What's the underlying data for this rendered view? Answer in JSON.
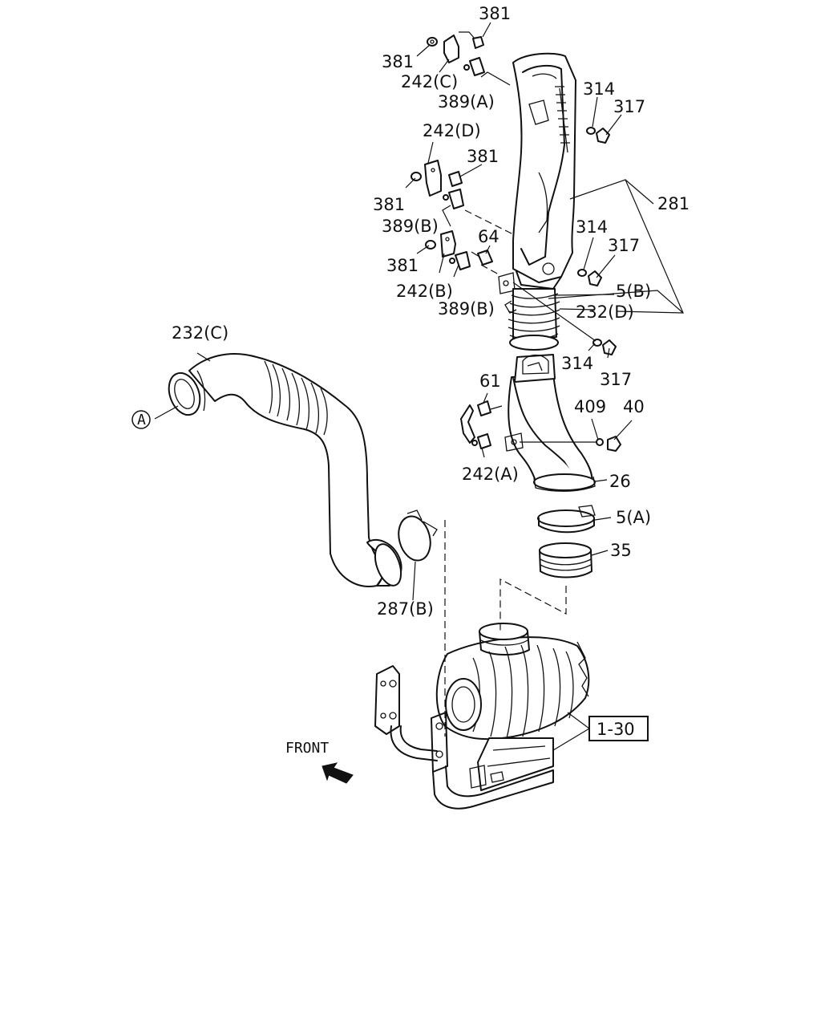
{
  "diagram": {
    "part_labels": {
      "p381_top": "381",
      "p381_a": "381",
      "p242c": "242(C)",
      "p389a": "389(A)",
      "p314_a": "314",
      "p317_a": "317",
      "p242d": "242(D)",
      "p381_b": "381",
      "p381_c": "381",
      "p281": "281",
      "p389b_a": "389(B)",
      "p64": "64",
      "p314_b": "314",
      "p317_b": "317",
      "p381_d": "381",
      "p242b": "242(B)",
      "p5b": "5(B)",
      "p389b_b": "389(B)",
      "p232d": "232(D)",
      "p232c": "232(C)",
      "p314_c": "314",
      "p317_c": "317",
      "p61": "61",
      "p409": "409",
      "p40": "40",
      "pA": "A",
      "p242a": "242(A)",
      "p26": "26",
      "p5a": "5(A)",
      "p35": "35",
      "p287b": "287(B)",
      "p1_30": "1-30",
      "front": "FRONT"
    }
  }
}
